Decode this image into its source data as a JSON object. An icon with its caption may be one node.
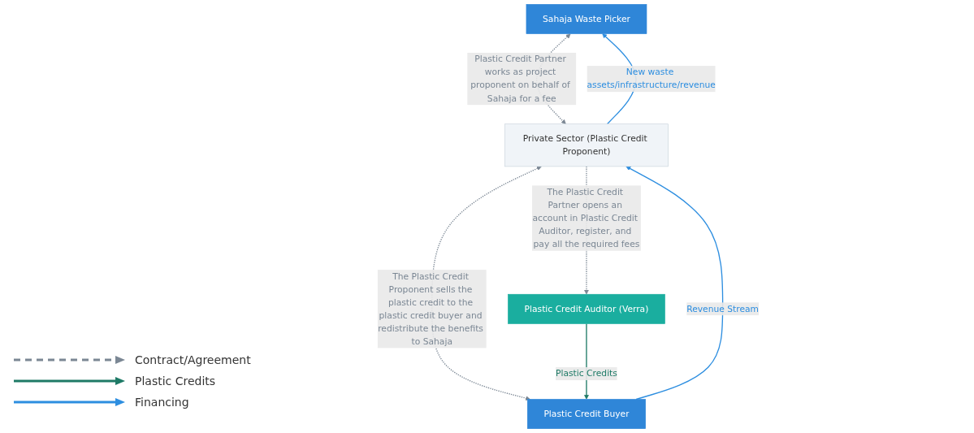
{
  "diagram": {
    "nodes": [
      {
        "text": [
          "Sahaja Waste Picker"
        ]
      },
      {
        "text": [
          "Private Sector (Plastic Credit Proponent)"
        ]
      },
      {
        "text": [
          "Plastic Credit Buyer"
        ]
      },
      {
        "text": [
          "Plastic Credit Auditor (Verra)"
        ]
      }
    ],
    "edges": [
      {
        "from": 0,
        "to": 1,
        "arrow": "both",
        "style": "dashed",
        "label": "Plastic Credit Partner works as project proponent on behalf of Sahaja for a fee"
      },
      {
        "from": 1,
        "to": 0,
        "arrow": "to",
        "color": "#2d8ee0",
        "label": "New waste assets/infrastructure/revenue"
      },
      {
        "from": 1,
        "to": 2,
        "arrow": "both",
        "style": "dashed",
        "label": "The Plastic Credit Proponent sells the plastic credit to the plastic credit buyer and redistribute the benefits to Sahaja"
      },
      {
        "from": 2,
        "to": 1,
        "arrow": "to",
        "color": "#2d8ee0",
        "label": "Revenue Stream"
      },
      {
        "from": 1,
        "to": 3,
        "arrow": "to",
        "style": "dashed",
        "label": "The Plastic Credit Partner opens an account in Plastic Credit Auditor, register, and pay all the required fees"
      },
      {
        "from": 3,
        "to": 2,
        "arrow": "to",
        "color": "#1e7a66",
        "label": "Plastic Credits"
      }
    ],
    "legend": [
      {
        "text": "Contract/Agreement"
      },
      {
        "text": "Plastic Credits"
      },
      {
        "text": "Financing"
      }
    ]
  }
}
